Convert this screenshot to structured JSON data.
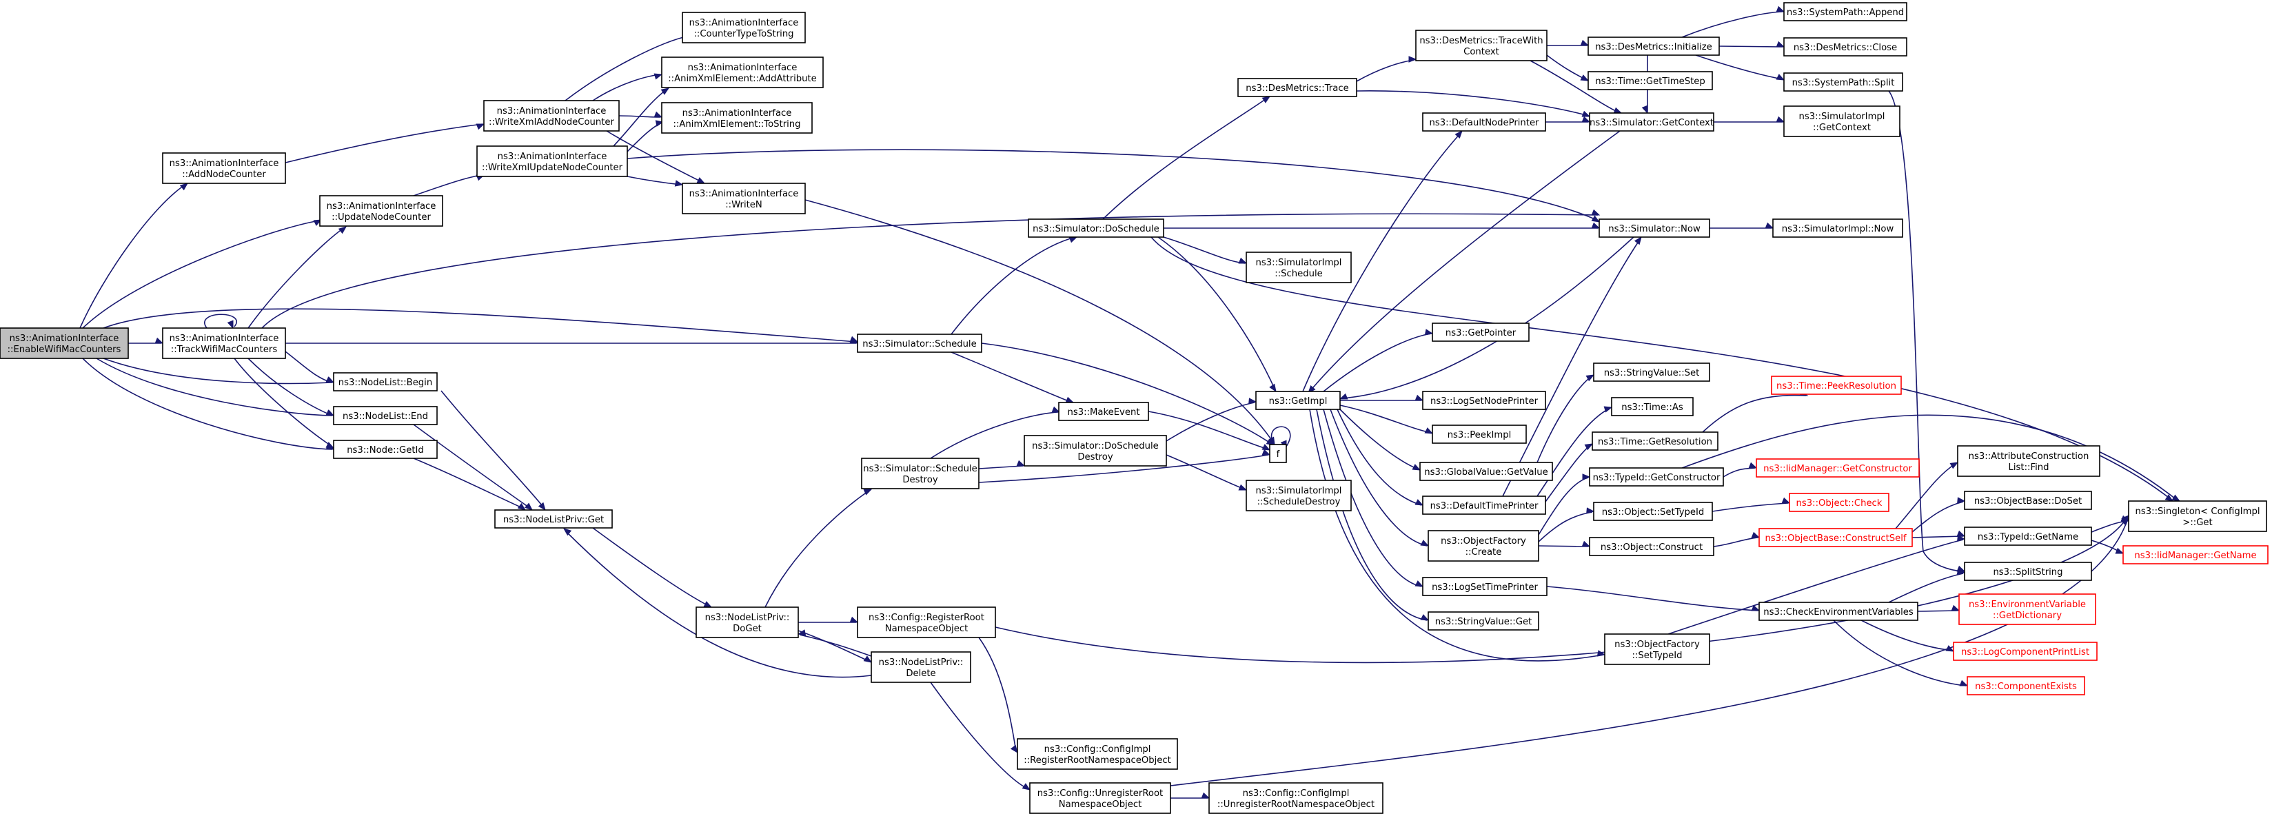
{
  "colors": {
    "edge": "#191970",
    "root_fill": "#bfbfbf",
    "truncated_border": "#ff0000"
  },
  "nodes": [
    {
      "id": "root",
      "lines": [
        "ns3::AnimationInterface",
        "::EnableWifiMacCounters"
      ],
      "root": true
    },
    {
      "id": "addNodeCounter",
      "lines": [
        "ns3::AnimationInterface",
        "::AddNodeCounter"
      ]
    },
    {
      "id": "updateNodeCounter",
      "lines": [
        "ns3::AnimationInterface",
        "::UpdateNodeCounter"
      ]
    },
    {
      "id": "trackWifi",
      "lines": [
        "ns3::AnimationInterface",
        "::TrackWifiMacCounters"
      ]
    },
    {
      "id": "nodeListBegin",
      "lines": [
        "ns3::NodeList::Begin"
      ]
    },
    {
      "id": "nodeListEnd",
      "lines": [
        "ns3::NodeList::End"
      ]
    },
    {
      "id": "nodeGetId",
      "lines": [
        "ns3::Node::GetId"
      ]
    },
    {
      "id": "nodeListPrivGet",
      "lines": [
        "ns3::NodeListPriv::Get"
      ]
    },
    {
      "id": "writeXmlAdd",
      "lines": [
        "ns3::AnimationInterface",
        "::WriteXmlAddNodeCounter"
      ]
    },
    {
      "id": "writeXmlUpdate",
      "lines": [
        "ns3::AnimationInterface",
        "::WriteXmlUpdateNodeCounter"
      ]
    },
    {
      "id": "counterTypeToString",
      "lines": [
        "ns3::AnimationInterface",
        "::CounterTypeToString"
      ]
    },
    {
      "id": "addAttribute",
      "lines": [
        "ns3::AnimationInterface",
        "::AnimXmlElement::AddAttribute"
      ]
    },
    {
      "id": "toString",
      "lines": [
        "ns3::AnimationInterface",
        "::AnimXmlElement::ToString"
      ]
    },
    {
      "id": "writeN",
      "lines": [
        "ns3::AnimationInterface",
        "::WriteN"
      ]
    },
    {
      "id": "nodeListPrivDoGet",
      "lines": [
        "ns3::NodeListPriv::",
        "DoGet"
      ]
    },
    {
      "id": "nodeListPrivDelete",
      "lines": [
        "ns3::NodeListPriv::",
        "Delete"
      ]
    },
    {
      "id": "registerRootNs",
      "lines": [
        "ns3::Config::RegisterRoot",
        "NamespaceObject"
      ]
    },
    {
      "id": "configImplRegister",
      "lines": [
        "ns3::Config::ConfigImpl",
        "::RegisterRootNamespaceObject"
      ]
    },
    {
      "id": "unregisterRootNs",
      "lines": [
        "ns3::Config::UnregisterRoot",
        "NamespaceObject"
      ]
    },
    {
      "id": "configImplUnregister",
      "lines": [
        "ns3::Config::ConfigImpl",
        "::UnregisterRootNamespaceObject"
      ]
    },
    {
      "id": "simSchedule",
      "lines": [
        "ns3::Simulator::Schedule"
      ]
    },
    {
      "id": "simScheduleDestroy",
      "lines": [
        "ns3::Simulator::Schedule",
        "Destroy"
      ]
    },
    {
      "id": "simDoSchedule",
      "lines": [
        "ns3::Simulator::DoSchedule"
      ]
    },
    {
      "id": "simDoScheduleDestroy",
      "lines": [
        "ns3::Simulator::DoSchedule",
        "Destroy"
      ]
    },
    {
      "id": "makeEvent",
      "lines": [
        "ns3::MakeEvent"
      ]
    },
    {
      "id": "f",
      "lines": [
        "f"
      ]
    },
    {
      "id": "simImplSchedule",
      "lines": [
        "ns3::SimulatorImpl",
        "::Schedule"
      ]
    },
    {
      "id": "simImplScheduleDestroy",
      "lines": [
        "ns3::SimulatorImpl",
        "::ScheduleDestroy"
      ]
    },
    {
      "id": "desMetricsTrace",
      "lines": [
        "ns3::DesMetrics::Trace"
      ]
    },
    {
      "id": "desMetricsTraceWithContext",
      "lines": [
        "ns3::DesMetrics::TraceWith",
        "Context"
      ]
    },
    {
      "id": "desMetricsInit",
      "lines": [
        "ns3::DesMetrics::Initialize"
      ]
    },
    {
      "id": "systemPathAppend",
      "lines": [
        "ns3::SystemPath::Append"
      ]
    },
    {
      "id": "desMetricsClose",
      "lines": [
        "ns3::DesMetrics::Close"
      ]
    },
    {
      "id": "systemPathSplit",
      "lines": [
        "ns3::SystemPath::Split"
      ]
    },
    {
      "id": "timeGetTimeStep",
      "lines": [
        "ns3::Time::GetTimeStep"
      ]
    },
    {
      "id": "simGetContext",
      "lines": [
        "ns3::Simulator::GetContext"
      ]
    },
    {
      "id": "simImplGetContext",
      "lines": [
        "ns3::SimulatorImpl",
        "::GetContext"
      ]
    },
    {
      "id": "defaultNodePrinter",
      "lines": [
        "ns3::DefaultNodePrinter"
      ]
    },
    {
      "id": "simNow",
      "lines": [
        "ns3::Simulator::Now"
      ]
    },
    {
      "id": "simImplNow",
      "lines": [
        "ns3::SimulatorImpl::Now"
      ]
    },
    {
      "id": "getImpl",
      "lines": [
        "ns3::GetImpl"
      ]
    },
    {
      "id": "getPointer",
      "lines": [
        "ns3::GetPointer"
      ]
    },
    {
      "id": "logSetNodePrinter",
      "lines": [
        "ns3::LogSetNodePrinter"
      ]
    },
    {
      "id": "peekImpl",
      "lines": [
        "ns3::PeekImpl"
      ]
    },
    {
      "id": "globalValueGetValue",
      "lines": [
        "ns3::GlobalValue::GetValue"
      ]
    },
    {
      "id": "defaultTimePrinter",
      "lines": [
        "ns3::DefaultTimePrinter"
      ]
    },
    {
      "id": "objectFactoryCreate",
      "lines": [
        "ns3::ObjectFactory",
        "::Create"
      ]
    },
    {
      "id": "logSetTimePrinter",
      "lines": [
        "ns3::LogSetTimePrinter"
      ]
    },
    {
      "id": "stringValueGet",
      "lines": [
        "ns3::StringValue::Get"
      ]
    },
    {
      "id": "stringValueSet",
      "lines": [
        "ns3::StringValue::Set"
      ]
    },
    {
      "id": "timeAs",
      "lines": [
        "ns3::Time::As"
      ]
    },
    {
      "id": "timeGetResolution",
      "lines": [
        "ns3::Time::GetResolution"
      ]
    },
    {
      "id": "timePeekResolution",
      "lines": [
        "ns3::Time::PeekResolution"
      ],
      "truncated": true
    },
    {
      "id": "typeIdGetConstructor",
      "lines": [
        "ns3::TypeId::GetConstructor"
      ]
    },
    {
      "id": "iidManagerGetConstructor",
      "lines": [
        "ns3::IidManager::GetConstructor"
      ],
      "truncated": true
    },
    {
      "id": "objectSetTypeId",
      "lines": [
        "ns3::Object::SetTypeId"
      ]
    },
    {
      "id": "objectCheck",
      "lines": [
        "ns3::Object::Check"
      ],
      "truncated": true
    },
    {
      "id": "objectConstruct",
      "lines": [
        "ns3::Object::Construct"
      ]
    },
    {
      "id": "objectBaseConstructSelf",
      "lines": [
        "ns3::ObjectBase::ConstructSelf"
      ],
      "truncated": true
    },
    {
      "id": "attrConstructionListFind",
      "lines": [
        "ns3::AttributeConstruction",
        "List::Find"
      ]
    },
    {
      "id": "objectBaseDoSet",
      "lines": [
        "ns3::ObjectBase::DoSet"
      ]
    },
    {
      "id": "typeIdGetName",
      "lines": [
        "ns3::TypeId::GetName"
      ]
    },
    {
      "id": "singletonGet",
      "lines": [
        "ns3::Singleton< ConfigImpl",
        ">::Get"
      ]
    },
    {
      "id": "iidManagerGetName",
      "lines": [
        "ns3::IidManager::GetName"
      ],
      "truncated": true
    },
    {
      "id": "splitString",
      "lines": [
        "ns3::SplitString"
      ]
    },
    {
      "id": "checkEnvVars",
      "lines": [
        "ns3::CheckEnvironmentVariables"
      ]
    },
    {
      "id": "envVarGetDictionary",
      "lines": [
        "ns3::EnvironmentVariable",
        "::GetDictionary"
      ],
      "truncated": true
    },
    {
      "id": "logComponentPrintList",
      "lines": [
        "ns3::LogComponentPrintList"
      ],
      "truncated": true
    },
    {
      "id": "componentExists",
      "lines": [
        "ns3::ComponentExists"
      ],
      "truncated": true
    },
    {
      "id": "objectFactorySetTypeId",
      "lines": [
        "ns3::ObjectFactory",
        "::SetTypeId"
      ]
    }
  ]
}
